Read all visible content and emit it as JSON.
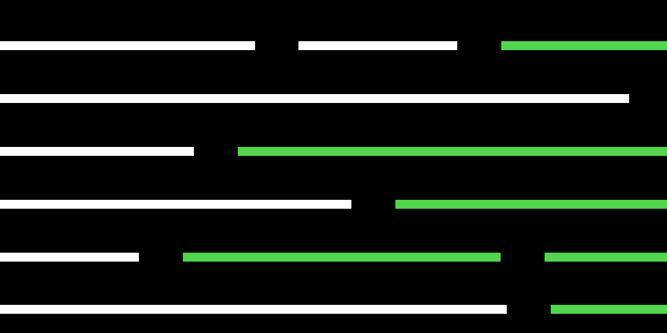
{
  "palette": {
    "background": "#000000",
    "white": "#FFFFFF",
    "green": "#4FD84A"
  },
  "rows": [
    {
      "segments": [
        "white",
        "white",
        "green"
      ]
    },
    {
      "segments": [
        "white"
      ]
    },
    {
      "segments": [
        "white",
        "green"
      ]
    },
    {
      "segments": [
        "white",
        "green"
      ]
    },
    {
      "segments": [
        "white",
        "green",
        "green"
      ]
    },
    {
      "segments": [
        "white",
        "green"
      ]
    }
  ]
}
